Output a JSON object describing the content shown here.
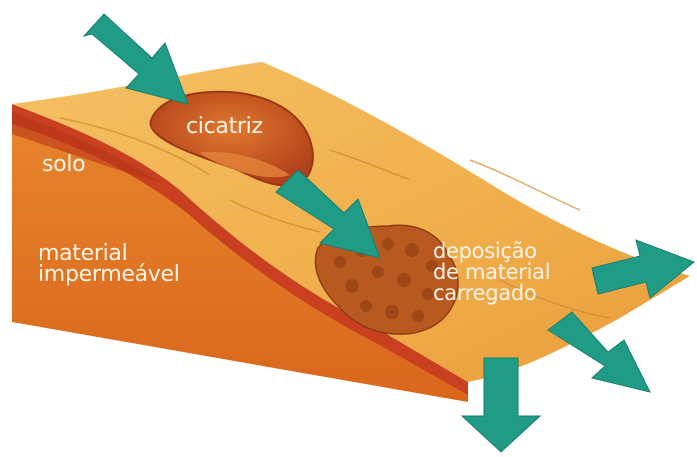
{
  "labels": {
    "scar": "cicatriz",
    "soil": "solo",
    "impermeable": "material\nimpermeável",
    "deposit": "deposição\nde material\ncarregado"
  },
  "icons": [
    "arrow-down-right-icon",
    "arrow-right-icon",
    "arrow-down-icon"
  ],
  "colors": {
    "soil_top": "#f2b24e",
    "soil_layer": "#c8401f",
    "impermeable_layer": "#e9781f",
    "scar": "#c24a1c",
    "deposit": "#b85a20",
    "arrows": "#1f9b86",
    "label_text": "#fff4e6"
  }
}
